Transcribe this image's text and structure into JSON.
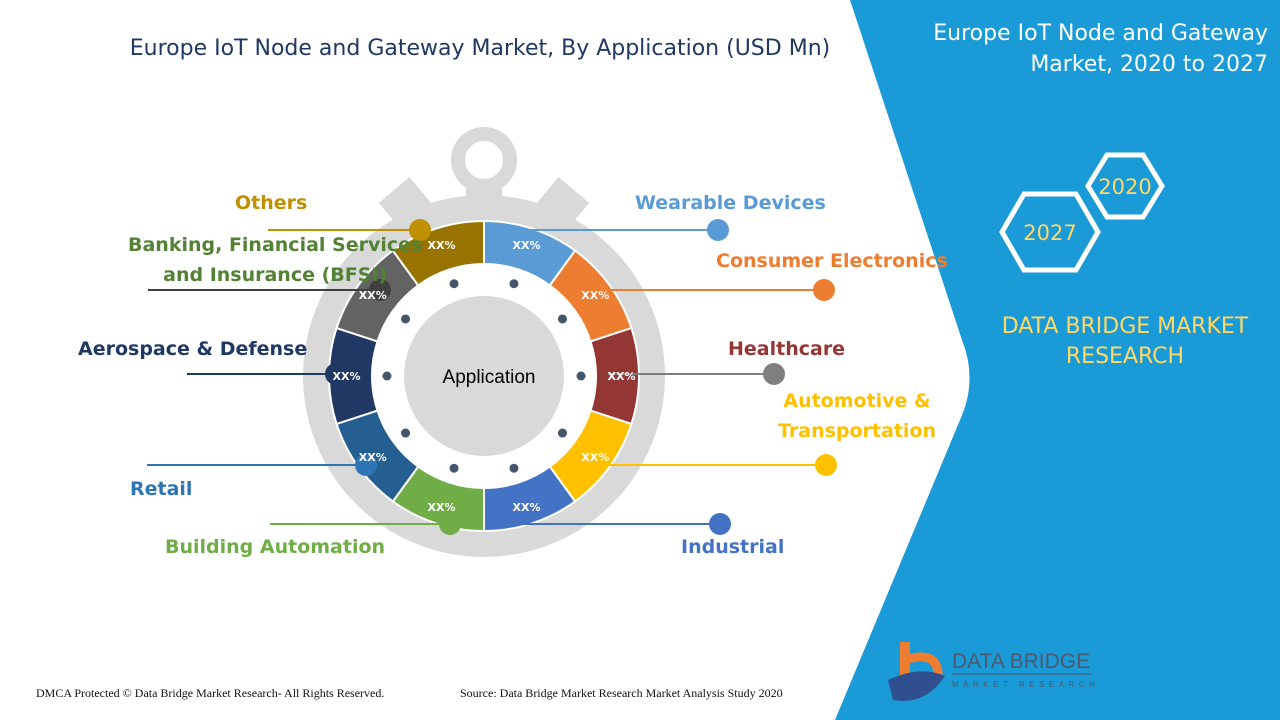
{
  "title": "Europe IoT Node and Gateway Market, By Application (USD Mn)",
  "right_panel": {
    "title_line1": "Europe IoT Node and Gateway",
    "title_line2": "Market, 2020 to 2027",
    "year_start": "2020",
    "year_end": "2027",
    "brand_line1": "DATA BRIDGE MARKET",
    "brand_line2": "RESEARCH",
    "logo_text": "DATA BRIDGE",
    "logo_sub": "MARKET RESEARCH",
    "color": "#1a9ad6"
  },
  "footer": {
    "dmca": "DMCA Protected © Data Bridge Market Research- All Rights Reserved.",
    "source": "Source: Data Bridge Market Research Market Analysis Study 2020"
  },
  "chart_data": {
    "type": "pie",
    "title": "Europe IoT Node and Gateway Market, By Application (USD Mn)",
    "center_label": "Application",
    "categories": [
      "Wearable Devices",
      "Consumer Electronics",
      "Healthcare",
      "Automotive & Transportation",
      "Industrial",
      "Building Automation",
      "Retail",
      "Aerospace & Defense",
      "Banking, Financial Services and Insurance (BFSI)",
      "Others"
    ],
    "label_lines": [
      [
        "Wearable Devices"
      ],
      [
        "Consumer Electronics"
      ],
      [
        "Healthcare"
      ],
      [
        "Automotive &",
        "Transportation"
      ],
      [
        "Industrial"
      ],
      [
        "Building Automation"
      ],
      [
        "Retail"
      ],
      [
        "Aerospace & Defense"
      ],
      [
        "Banking, Financial Services",
        "and Insurance (BFSI)"
      ],
      [
        "Others"
      ]
    ],
    "value_labels": [
      "XX%",
      "XX%",
      "XX%",
      "XX%",
      "XX%",
      "XX%",
      "XX%",
      "XX%",
      "XX%",
      "XX%"
    ],
    "colors": [
      "#5b9bd5",
      "#ed7d31",
      "#943634",
      "#ffc000",
      "#4472c4",
      "#70ad47",
      "#255e91",
      "#1f3864",
      "#636363",
      "#997300"
    ],
    "dot_colors": [
      "#5b9bd5",
      "#ed7d31",
      "#7f7f7f",
      "#ffc000",
      "#4472c4",
      "#70ad47",
      "#2e75b6",
      "#1f3864",
      "#404040",
      "#bf9000"
    ],
    "label_colors": [
      "#5b9bd5",
      "#ed7d31",
      "#943634",
      "#ffc000",
      "#4472c4",
      "#70ad47",
      "#2e75b6",
      "#1f3864",
      "#548235",
      "#bf9000"
    ]
  }
}
